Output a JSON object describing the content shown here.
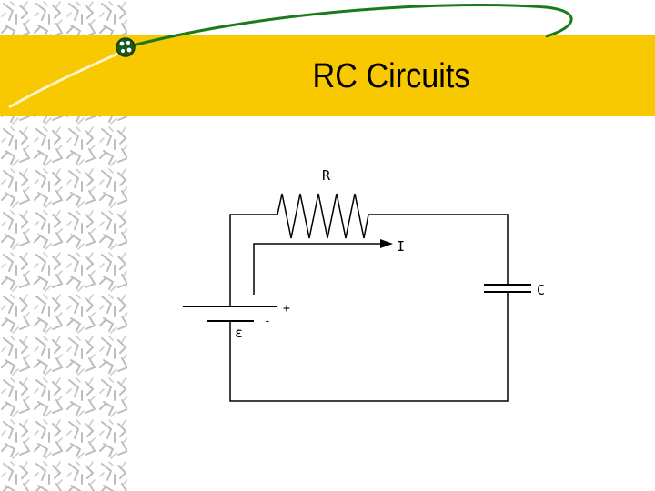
{
  "slide": {
    "title": "RC Circuits"
  },
  "circuit": {
    "resistor_label": "R",
    "current_label": "I",
    "capacitor_label": "C",
    "emf_label": "ε",
    "plus_label": "+",
    "minus_label": "-"
  },
  "colors": {
    "banner": "#f8c800",
    "swoosh": "#1a7a1a",
    "pattern": "#b8b8b8",
    "wire": "#000000"
  }
}
